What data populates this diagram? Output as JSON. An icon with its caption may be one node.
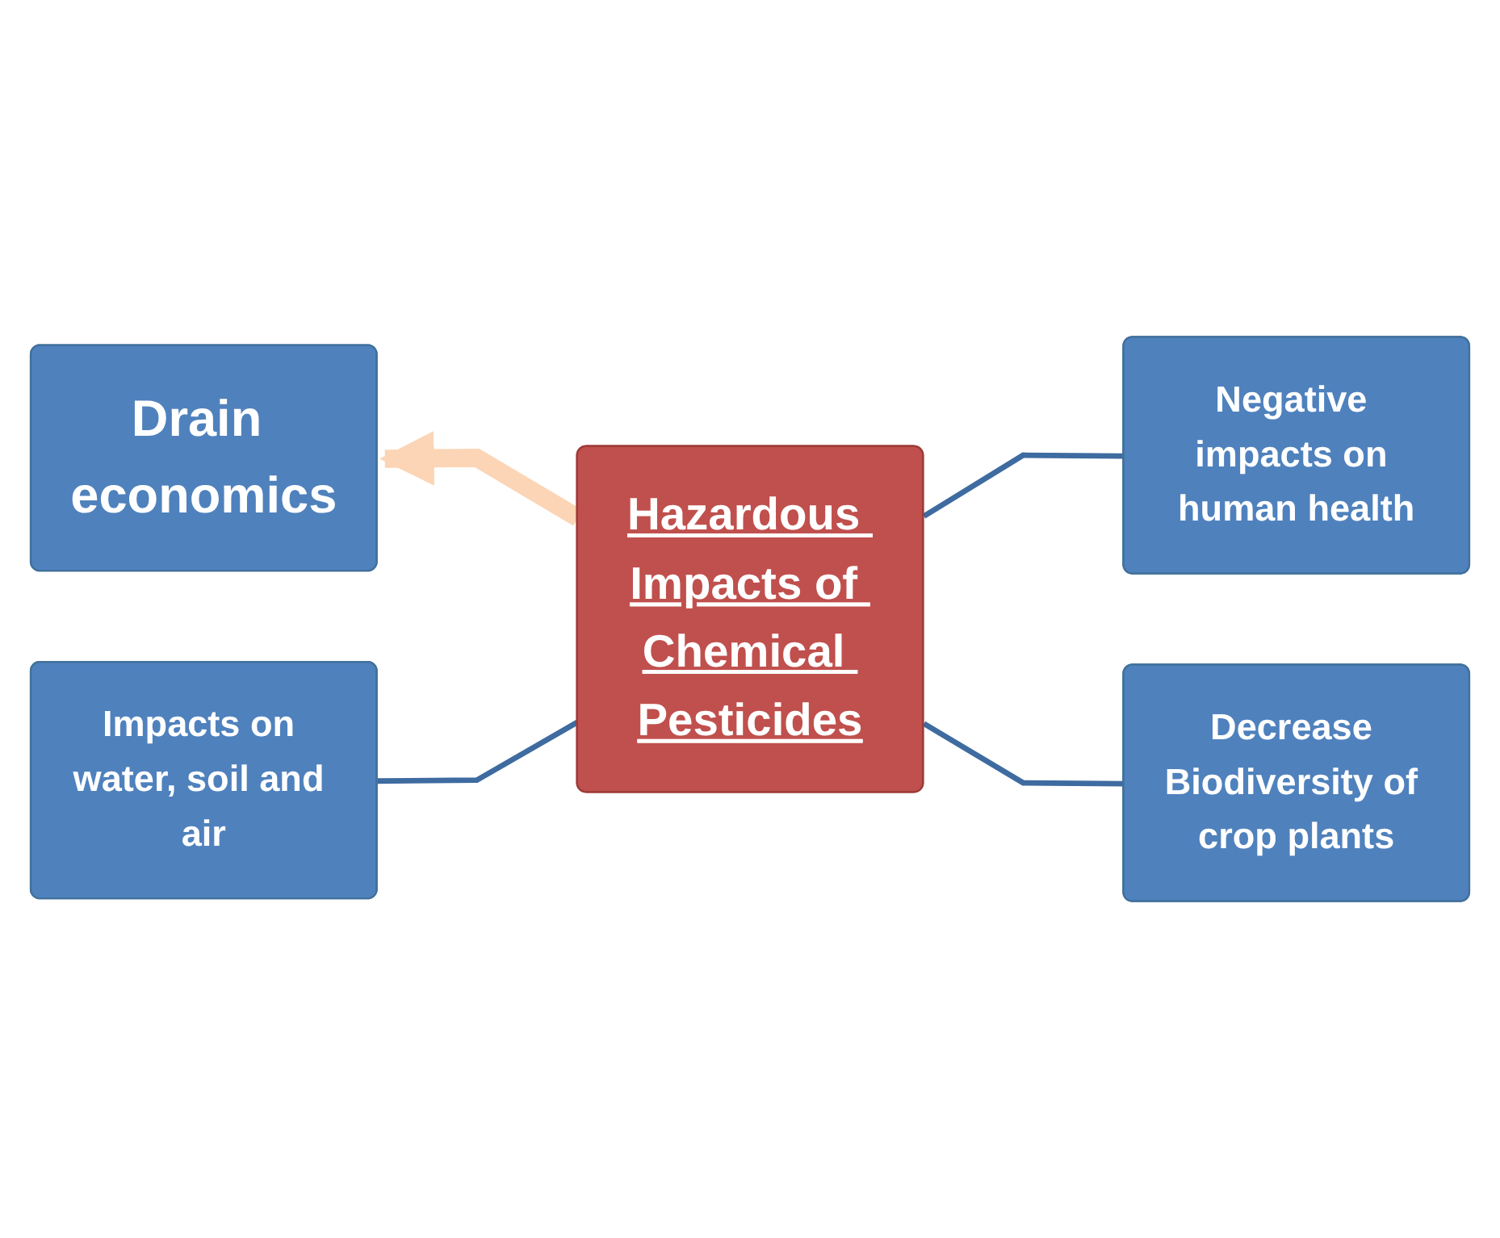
{
  "diagram": {
    "nodes": [
      {
        "text": [
          "Negative impacts on human health"
        ]
      },
      {
        "text": [
          "Drain economics"
        ]
      },
      {
        "text": [
          "Hazardous Impacts of Chemical Pesticides"
        ]
      },
      {
        "text": [
          "Decrease Biodiversity of crop plants"
        ]
      },
      {
        "text": [
          "Impacts on water, soil and air"
        ]
      }
    ],
    "edges": [
      {
        "from": 0,
        "to": 2,
        "arrow": "none"
      },
      {
        "from": 2,
        "to": 1,
        "arrow": "to",
        "style": "thick",
        "color": "#fbd5b5"
      },
      {
        "from": 3,
        "to": 2,
        "arrow": "none"
      },
      {
        "from": 2,
        "to": 4,
        "arrow": "none"
      }
    ]
  }
}
